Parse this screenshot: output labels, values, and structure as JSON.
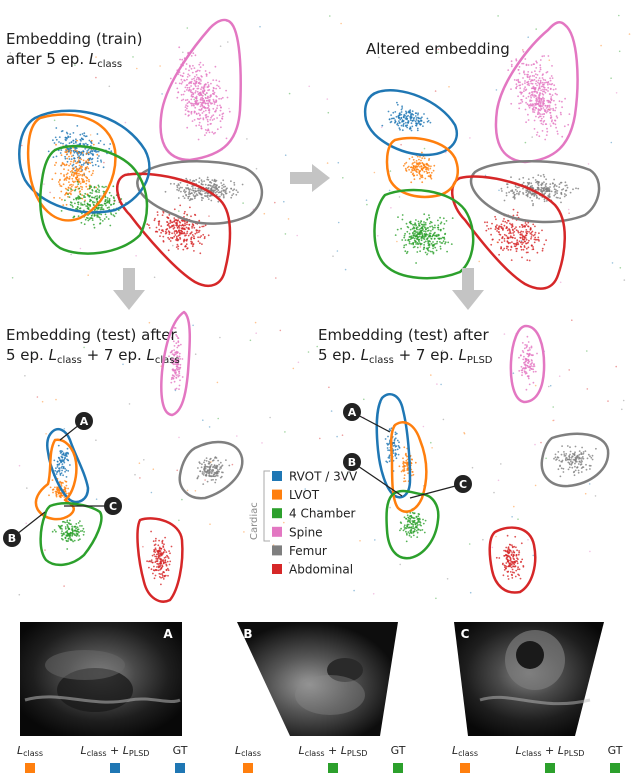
{
  "titles": {
    "train": {
      "line1": "Embedding (train)",
      "line2_prefix": "after 5 ep. ",
      "L": "L",
      "sub": "class"
    },
    "altered": "Altered embedding",
    "test_left": {
      "line1": "Embedding (test) after",
      "line2_prefix": "5 ep. ",
      "L1": "L",
      "sub1": "class",
      "mid": " + 7 ep. ",
      "L2": "L",
      "sub2": "class"
    },
    "test_right": {
      "line1": "Embedding (test) after",
      "line2_prefix": "5 ep. ",
      "L1": "L",
      "sub1": "class",
      "mid": " + 7 ep. ",
      "L2": "L",
      "sub2": "PLSD"
    }
  },
  "legend": {
    "group_label": "Cardiac",
    "items": [
      {
        "label": "RVOT / 3VV",
        "color": "#1f77b4"
      },
      {
        "label": "LVOT",
        "color": "#ff7f0e"
      },
      {
        "label": "4 Chamber",
        "color": "#2ca02c"
      },
      {
        "label": "Spine",
        "color": "#e377c2"
      },
      {
        "label": "Femur",
        "color": "#7f7f7f"
      },
      {
        "label": "Abdominal",
        "color": "#d62728"
      }
    ]
  },
  "markers": [
    "A",
    "B",
    "C"
  ],
  "panels": [
    {
      "label": "A",
      "preds": [
        {
          "L": "L",
          "sub": "class",
          "color": "#ff7f0e"
        },
        {
          "L": "L",
          "sub": "class",
          "plus": " + ",
          "L2": "L",
          "sub2": "PLSD",
          "color": "#1f77b4"
        },
        {
          "gt": "GT",
          "color": "#1f77b4"
        }
      ]
    },
    {
      "label": "B",
      "preds": [
        {
          "L": "L",
          "sub": "class",
          "color": "#ff7f0e"
        },
        {
          "L": "L",
          "sub": "class",
          "plus": " + ",
          "L2": "L",
          "sub2": "PLSD",
          "color": "#2ca02c"
        },
        {
          "gt": "GT",
          "color": "#2ca02c"
        }
      ]
    },
    {
      "label": "C",
      "preds": [
        {
          "L": "L",
          "sub": "class",
          "color": "#ff7f0e"
        },
        {
          "L": "L",
          "sub": "class",
          "plus": " + ",
          "L2": "L",
          "sub2": "PLSD",
          "color": "#2ca02c"
        },
        {
          "gt": "GT",
          "color": "#2ca02c"
        }
      ]
    }
  ]
}
